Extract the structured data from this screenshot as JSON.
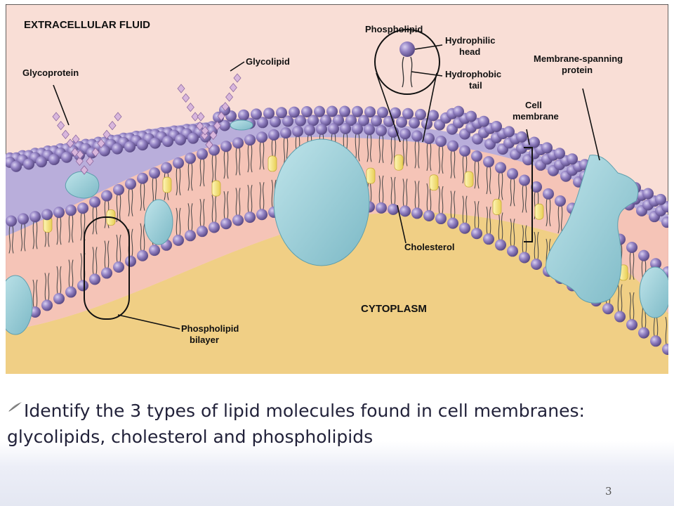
{
  "diagram": {
    "labels": {
      "extracellular_fluid": "EXTRACELLULAR FLUID",
      "cytoplasm": "CYTOPLASM",
      "glycoprotein": "Glycoprotein",
      "glycolipid": "Glycolipid",
      "phospholipid": "Phospholipid",
      "hydrophilic_1": "Hydrophilic",
      "hydrophilic_2": "head",
      "hydrophobic_1": "Hydrophobic",
      "hydrophobic_2": "tail",
      "cell_membrane_1": "Cell",
      "cell_membrane_2": "membrane",
      "spanning_protein_1": "Membrane-spanning",
      "spanning_protein_2": "protein",
      "cholesterol": "Cholesterol",
      "bilayer_1": "Phospholipid",
      "bilayer_2": "bilayer"
    },
    "colors": {
      "extracellular": "#f9ded6",
      "cytoplasm": "#f0cf85",
      "head": "#8a78b8",
      "protein": "#92c8d2",
      "cholesterol": "#f5e27a",
      "glyco_chain": "#d8b6dc"
    }
  },
  "caption": {
    "text": "Identify the 3 types of lipid molecules found in cell membranes: glycolipids, cholesterol and phospholipids",
    "bullet_icon": "feather-bullet-icon"
  },
  "page_number": "3"
}
